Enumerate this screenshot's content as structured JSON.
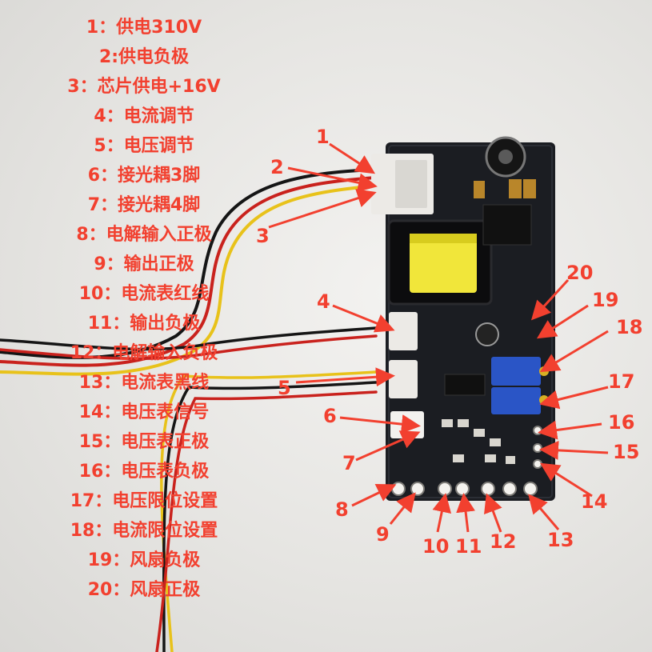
{
  "legend": [
    "1：供电310V",
    "2:供电负极",
    "3：芯片供电+16V",
    "4：电流调节",
    "5：电压调节",
    "6：接光耦3脚",
    "7：接光耦4脚",
    "8：电解输入正极",
    "9：输出正极",
    "10：电流表红线",
    "11：输出负极",
    "12：电解输入负极",
    "13：电流表黑线",
    "14：电压表信号",
    "15：电压表正极",
    "16：电压表负极",
    "17：电压限位设置",
    "18：电流限位设置",
    "19：风扇负极",
    "20：风扇正极"
  ],
  "markers": [
    "1",
    "2",
    "3",
    "4",
    "5",
    "6",
    "7",
    "8",
    "9",
    "10",
    "11",
    "12",
    "13",
    "14",
    "15",
    "16",
    "17",
    "18",
    "19",
    "20"
  ],
  "colors": {
    "label": "#f2402f",
    "pcb": "#1b1d22",
    "wire_red": "#c9221d",
    "wire_yellow": "#e8c21a",
    "wire_black": "#151515"
  }
}
